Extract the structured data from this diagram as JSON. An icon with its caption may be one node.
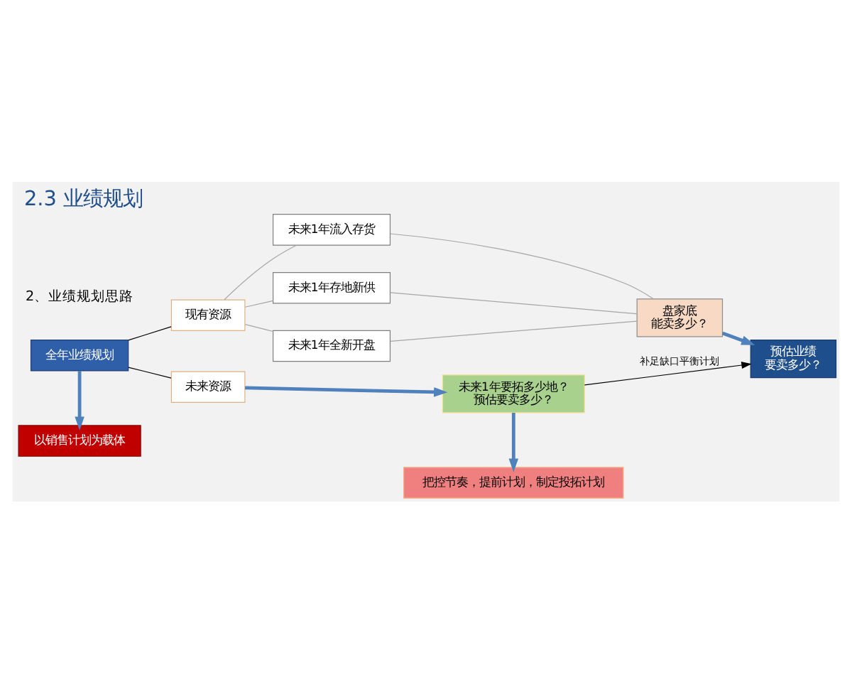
{
  "diagram": {
    "title": "2.3 业绩规划",
    "nodes": [
      {
        "text": [
          "全年业绩规划"
        ]
      },
      {
        "text": [
          "现有资源"
        ]
      },
      {
        "text": [
          "未来资源"
        ]
      },
      {
        "text": [
          "未来1年流入存货"
        ]
      },
      {
        "text": [
          "未来1年存地新供"
        ]
      },
      {
        "text": [
          "未来1年全新开盘"
        ]
      },
      {
        "text": [
          "盘家底",
          "能卖多少？"
        ]
      },
      {
        "text": [
          "预估业绩",
          "要卖多少？"
        ]
      },
      {
        "text": [
          "未来1年要拓多少地？",
          "预估要卖多少？"
        ]
      },
      {
        "text": [
          "把控节奏，提前计划，制定投拓计划"
        ]
      },
      {
        "text": [
          "以销售计划为载体"
        ]
      }
    ],
    "edges": [
      {
        "from": 0,
        "to": 1,
        "arrow": "none",
        "color": "#000000"
      },
      {
        "from": 0,
        "to": 2,
        "arrow": "none",
        "color": "#000000"
      },
      {
        "from": 1,
        "to": 3,
        "arrow": "none"
      },
      {
        "from": 1,
        "to": 4,
        "arrow": "none"
      },
      {
        "from": 1,
        "to": 5,
        "arrow": "none"
      },
      {
        "from": 3,
        "to": 6,
        "arrow": "none"
      },
      {
        "from": 4,
        "to": 6,
        "arrow": "none"
      },
      {
        "from": 5,
        "to": 6,
        "arrow": "none"
      },
      {
        "from": 6,
        "to": 7,
        "arrow": "to",
        "style": "thick",
        "color": "#4f81bd"
      },
      {
        "from": 2,
        "to": 8,
        "arrow": "to",
        "style": "thick",
        "color": "#4f81bd"
      },
      {
        "from": 8,
        "to": 7,
        "arrow": "to",
        "label": "补足缺口平衡计划",
        "color": "#000000"
      },
      {
        "from": 8,
        "to": 9,
        "arrow": "to",
        "style": "thick",
        "color": "#4f81bd"
      },
      {
        "from": 0,
        "to": 10,
        "arrow": "to",
        "style": "thick",
        "color": "#4f81bd"
      }
    ],
    "labels": [
      "2、业绩规划思路"
    ]
  }
}
